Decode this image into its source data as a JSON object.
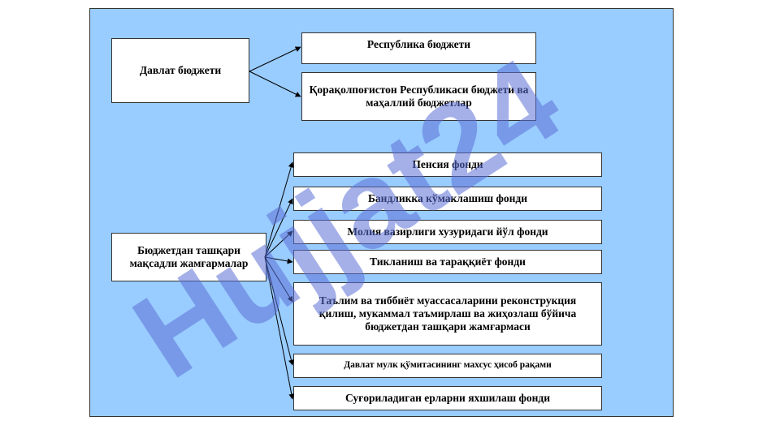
{
  "diagram": {
    "state_budget": {
      "label": "Давлат бюджети",
      "children": [
        "Республика бюджети",
        "Қорақолпоғистон Республикаси бюджети ва маҳаллий бюджетлар"
      ]
    },
    "off_budget": {
      "label": "Бюджетдан ташқари мақсадли жамғармалар",
      "children": [
        "Пенсия фонди",
        "Бандликка кўмаклашиш фонди",
        "Молия вазирлиги хузуридаги йўл фонди",
        "Тикланиш ва тараққиёт фонди",
        "Таълим ва тиббиёт муассасаларини реконструкция қилиш, мукаммал таъмирлаш ва жиҳозлаш бўйича бюджетдан ташқари жамғармаси",
        "Давлат мулк қўмитасининг махсус ҳисоб рақами",
        "Суғориладиган ерларни яхшилаш фонди"
      ]
    }
  },
  "watermark": {
    "text": "Hujjat24",
    "color": "#5b6fd6"
  },
  "colors": {
    "panel": "#99ccff",
    "box": "#ffffff",
    "border": "#333333"
  }
}
